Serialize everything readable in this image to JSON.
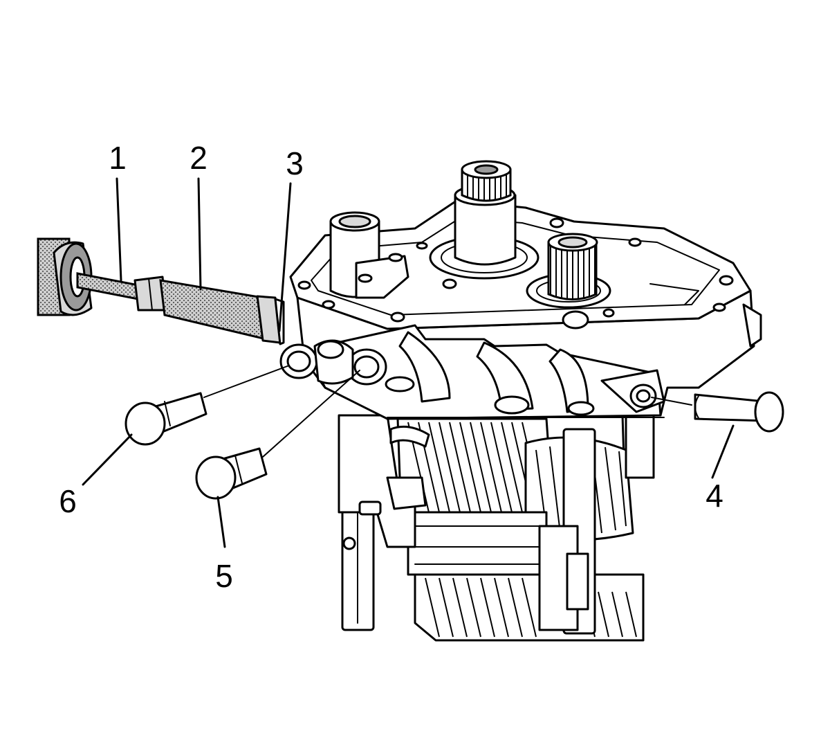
{
  "callouts": [
    {
      "id": "1",
      "label": "1"
    },
    {
      "id": "2",
      "label": "2"
    },
    {
      "id": "3",
      "label": "3"
    },
    {
      "id": "4",
      "label": "4"
    },
    {
      "id": "5",
      "label": "5"
    },
    {
      "id": "6",
      "label": "6"
    }
  ],
  "parts": [
    "slide-hammer-shaft",
    "remover-adapter",
    "shift-rail-bore",
    "shift-rail-plug-right",
    "shift-rail-plug-center",
    "shift-rail-plug-left",
    "transmission-housing",
    "gear-train"
  ],
  "colors": {
    "line": "#000000",
    "background": "#ffffff",
    "tool_shading": "#9a9a9a"
  }
}
